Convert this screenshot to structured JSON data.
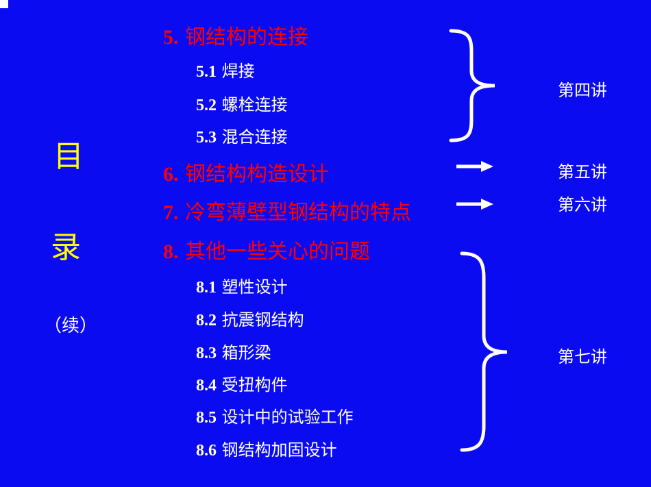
{
  "side": {
    "title_char1": "目",
    "title_char2": "录",
    "continued": "（续）"
  },
  "entries": [
    {
      "num": "5.",
      "text": "钢结构的连接",
      "level": "section"
    },
    {
      "num": "5.1",
      "text": "焊接",
      "level": "sub"
    },
    {
      "num": "5.2",
      "text": "螺栓连接",
      "level": "sub"
    },
    {
      "num": "5.3",
      "text": "混合连接",
      "level": "sub"
    },
    {
      "num": "6.",
      "text": "钢结构构造设计",
      "level": "section"
    },
    {
      "num": "7.",
      "text": "冷弯薄壁型钢结构的特点",
      "level": "section"
    },
    {
      "num": "8.",
      "text": "其他一些关心的问题",
      "level": "section"
    },
    {
      "num": "8.1",
      "text": "塑性设计",
      "level": "sub"
    },
    {
      "num": "8.2",
      "text": "抗震钢结构",
      "level": "sub"
    },
    {
      "num": "8.3",
      "text": "箱形梁",
      "level": "sub"
    },
    {
      "num": "8.4",
      "text": "受扭构件",
      "level": "sub"
    },
    {
      "num": "8.5",
      "text": "设计中的试验工作",
      "level": "sub"
    },
    {
      "num": "8.6",
      "text": "钢结构加固设计",
      "level": "sub"
    }
  ],
  "lectures": {
    "fourth": "第四讲",
    "fifth": "第五讲",
    "sixth": "第六讲",
    "seventh": "第七讲"
  },
  "colors": {
    "background": "#0b0bf2",
    "section": "#ff0000",
    "sub": "#ffffff",
    "side_title": "#ffff00"
  }
}
